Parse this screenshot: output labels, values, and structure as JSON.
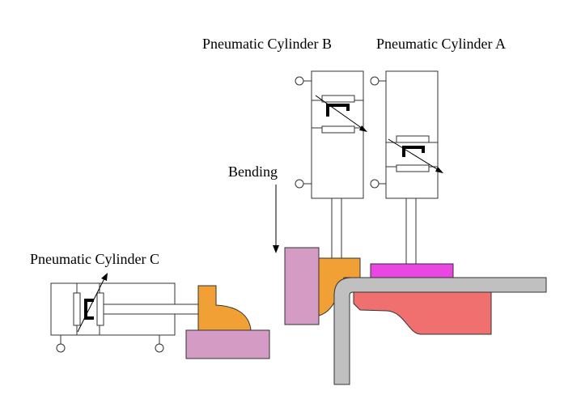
{
  "labels": {
    "cylinder_b": "Pneumatic Cylinder B",
    "cylinder_a": "Pneumatic Cylinder A",
    "cylinder_c": "Pneumatic Cylinder C",
    "bending": "Bending"
  },
  "colors": {
    "orange_part": "#F0A035",
    "pink_block": "#D49BC4",
    "magenta_pad": "#E946E2",
    "red_die": "#F07070",
    "gray_sheet": "#C0C0C0",
    "outline": "#333333"
  }
}
